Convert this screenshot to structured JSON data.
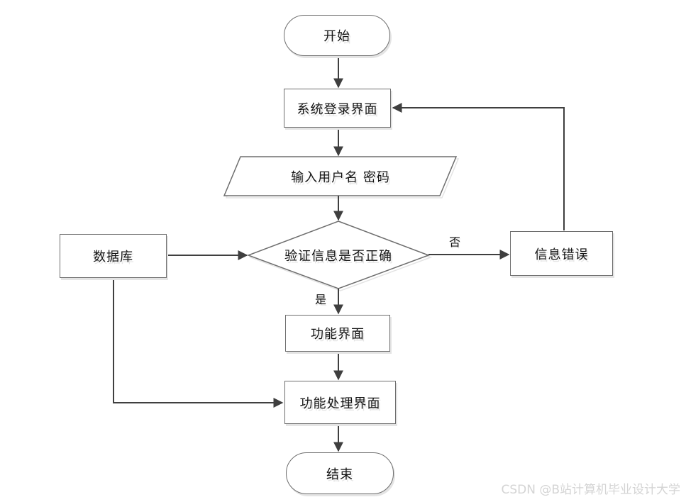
{
  "diagram": {
    "nodes": {
      "start": {
        "label": "开始",
        "type": "terminator"
      },
      "login": {
        "label": "系统登录界面",
        "type": "process"
      },
      "input": {
        "label": "输入用户名 密码",
        "type": "io"
      },
      "verify": {
        "label": "验证信息是否正确",
        "type": "decision"
      },
      "database": {
        "label": "数据库",
        "type": "process"
      },
      "error": {
        "label": "信息错误",
        "type": "process"
      },
      "func": {
        "label": "功能界面",
        "type": "process"
      },
      "procfunc": {
        "label": "功能处理界面",
        "type": "process"
      },
      "end": {
        "label": "结束",
        "type": "terminator"
      }
    },
    "edge_labels": {
      "no": "否",
      "yes": "是"
    },
    "colors": {
      "connector": "#3f3f3f",
      "shape_border": "#6e6e6e",
      "shape_shadow": "#e4e4e4",
      "text": "#141414",
      "watermark": "#d4d4d4"
    }
  },
  "watermark": {
    "text": "CSDN @B站计算机毕业设计大学"
  }
}
